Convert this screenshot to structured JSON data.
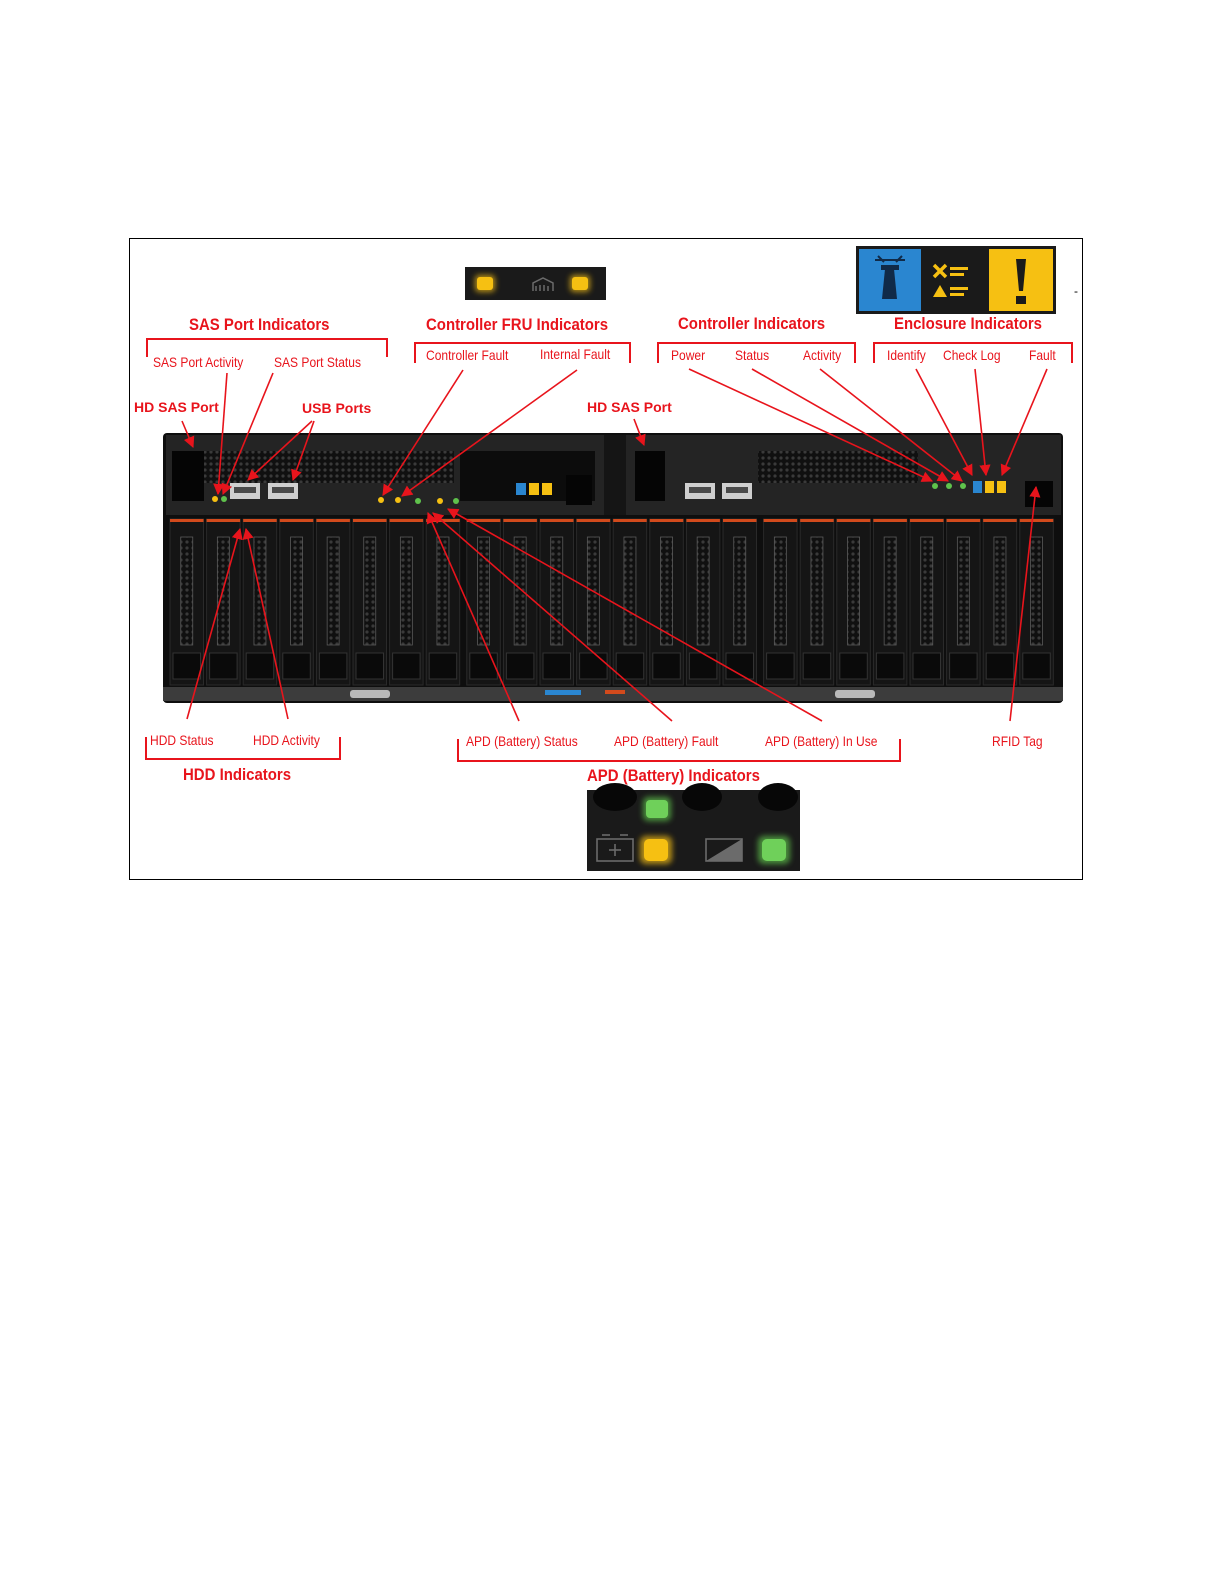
{
  "groups": {
    "sas": {
      "title": "SAS Port Indicators",
      "items": [
        "SAS Port Activity",
        "SAS Port Status"
      ]
    },
    "fru": {
      "title": "Controller FRU Indicators",
      "items": [
        "Controller Fault",
        "Internal Fault"
      ]
    },
    "controller": {
      "title": "Controller Indicators",
      "items": [
        "Power",
        "Status",
        "Activity"
      ]
    },
    "enclosure": {
      "title": "Enclosure Indicators",
      "items": [
        "Identify",
        "Check Log",
        "Fault"
      ]
    },
    "hdd": {
      "title": "HDD Indicators",
      "items": [
        "HDD Status",
        "HDD Activity"
      ]
    },
    "apd": {
      "title": "APD (Battery) Indicators",
      "items": [
        "APD (Battery) Status",
        "APD (Battery) Fault",
        "APD (Battery) In Use"
      ]
    }
  },
  "callouts": {
    "hd_sas_port_left": "HD SAS Port",
    "hd_sas_port_right": "HD SAS Port",
    "usb_ports": "USB Ports",
    "rfid_tag": "RFID Tag"
  },
  "stray_mark": "-",
  "colors": {
    "annotation_red": "#e8141c",
    "led_amber": "#f6c012",
    "led_green": "#5fc24c",
    "identify_blue": "#2a86d0",
    "bezel_dark": "#1c1c1c",
    "drive_accent": "#d24a1c"
  },
  "icons": [
    "identify-icon",
    "check-log-icon",
    "fault-icon",
    "chip-icon",
    "battery-plus-icon",
    "battery-discharge-icon"
  ]
}
